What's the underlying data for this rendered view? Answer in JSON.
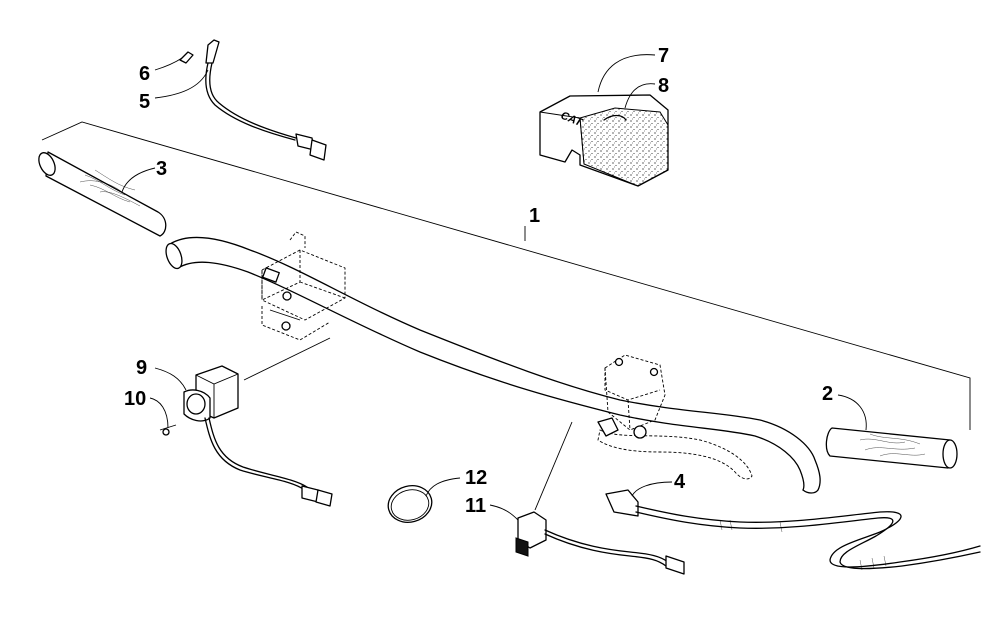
{
  "callouts": {
    "c1": "1",
    "c2": "2",
    "c3": "3",
    "c4": "4",
    "c5": "5",
    "c6": "6",
    "c7": "7",
    "c8": "8",
    "c9": "9",
    "c10": "10",
    "c11": "11",
    "c12": "12"
  },
  "pad_logo": "CAT",
  "colors": {
    "ink": "#000000",
    "background": "#ffffff"
  }
}
